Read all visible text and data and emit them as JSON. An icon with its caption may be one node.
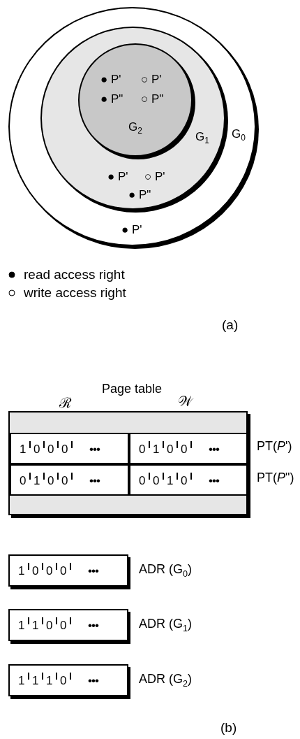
{
  "diagram": {
    "nodes": [
      {
        "text": [
          "G$_{0}$",
          "● P'"
        ]
      },
      {
        "text": [
          "G$_{1}$",
          "● P'",
          "○ P'",
          "● P\""
        ],
        "in": 0
      },
      {
        "text": [
          "● P'",
          "○ P'",
          "● P\"",
          "○ P\"",
          "G$_{2}$"
        ],
        "in": 1
      },
      {
        "text": [
          "Page table"
        ]
      },
      {
        "text": [
          "1 0 0 0 •••"
        ],
        "in": 3
      },
      {
        "text": [
          "0 1 0 0 •••"
        ],
        "in": 3
      },
      {
        "text": [
          "0 1 0 0 •••"
        ],
        "in": 3
      },
      {
        "text": [
          "0 0 1 0 •••"
        ],
        "in": 3
      },
      {
        "text": [
          "1 0 0 0 •••"
        ],
        "beside": [
          "ADR (G$_{0}$)"
        ]
      },
      {
        "text": [
          "1 1 0 0 •••"
        ],
        "beside": [
          "ADR (G$_{1}$)"
        ]
      },
      {
        "text": [
          "1 1 1 0 •••"
        ],
        "beside": [
          "ADR (G$_{2}$)"
        ]
      }
    ],
    "edges": [],
    "labels": [
      "(a)",
      "ℛ",
      "𝒲",
      "PT(*P*')",
      "PT(*P*\")",
      "(b)"
    ],
    "legend": [
      {
        "text": "read access right"
      },
      {
        "text": "write access right"
      }
    ]
  }
}
